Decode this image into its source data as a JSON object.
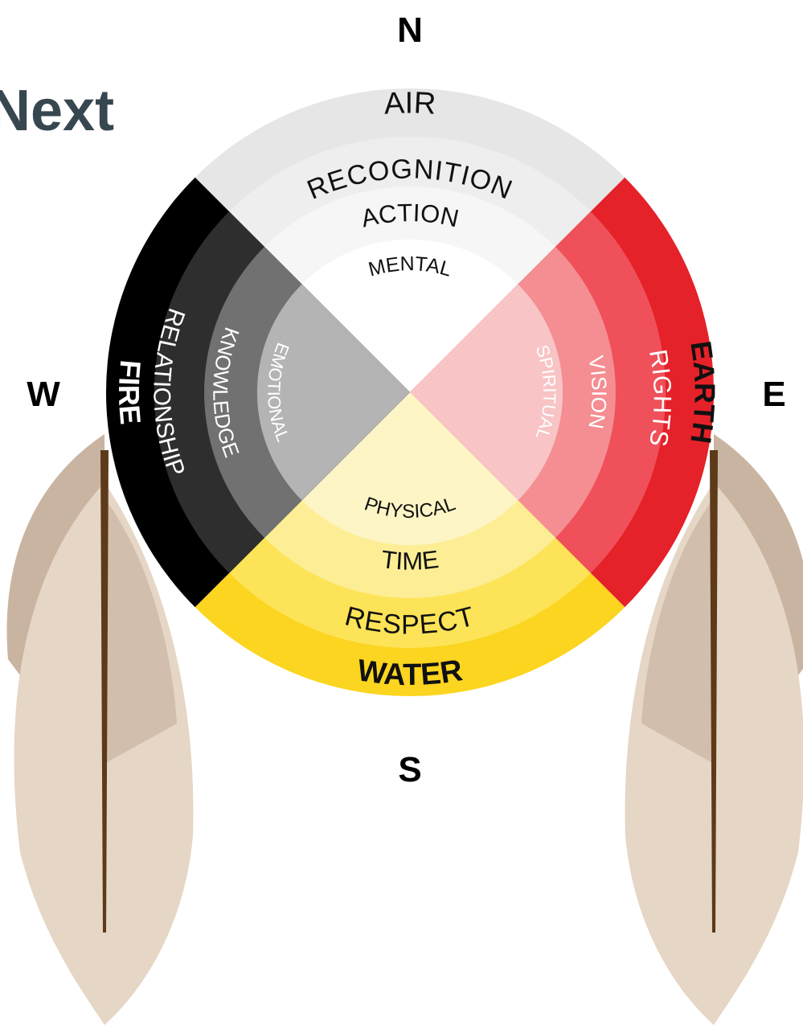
{
  "header": {
    "next_label": "Next"
  },
  "compass": {
    "north": "N",
    "east": "E",
    "south": "S",
    "west": "W"
  },
  "colors": {
    "air": [
      "#e6e6e6",
      "#eeeeee",
      "#f6f6f6",
      "#ffffff"
    ],
    "earth": [
      "#e52129",
      "#ef5059",
      "#f48e93",
      "#f8c4c6"
    ],
    "water": [
      "#fbd51f",
      "#fde357",
      "#fdee95",
      "#fef5c6"
    ],
    "fire": [
      "#000000",
      "#2e2e2e",
      "#717171",
      "#b4b4b4"
    ],
    "feather_shaft": "#5c3a1a",
    "feather_light": "#e6d6c5",
    "feather_dark": "#c9b4a1",
    "title": "#37474f"
  },
  "quadrants": [
    {
      "key": "air",
      "element": "AIR",
      "rings": [
        "RECOGNITION",
        "ACTION",
        "MENTAL"
      ]
    },
    {
      "key": "earth",
      "element": "EARTH",
      "rings": [
        "RIGHTS",
        "VISION",
        "SPIRITUAL"
      ]
    },
    {
      "key": "water",
      "element": "WATER",
      "rings": [
        "RESPECT",
        "TIME",
        "PHYSICAL"
      ]
    },
    {
      "key": "fire",
      "element": "FIRE",
      "rings": [
        "RELATIONSHIP",
        "KNOWLEDGE",
        "EMOTIONAL"
      ]
    }
  ]
}
